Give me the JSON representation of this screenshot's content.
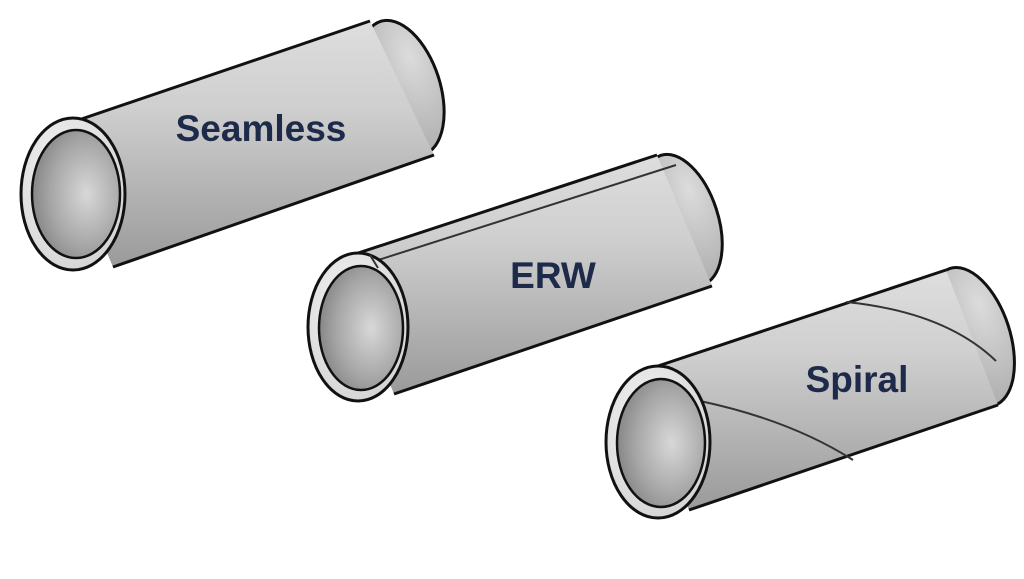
{
  "colors": {
    "background": "#ffffff",
    "pipe_light": "#e6e6e6",
    "pipe_mid": "#c4c4c4",
    "pipe_dark": "#8e8e8e",
    "outline": "#111111",
    "label": "#1e2a4a"
  },
  "pipes": [
    {
      "label": "Seamless",
      "seam": "none"
    },
    {
      "label": "ERW",
      "seam": "longitudinal"
    },
    {
      "label": "Spiral",
      "seam": "helical"
    }
  ]
}
